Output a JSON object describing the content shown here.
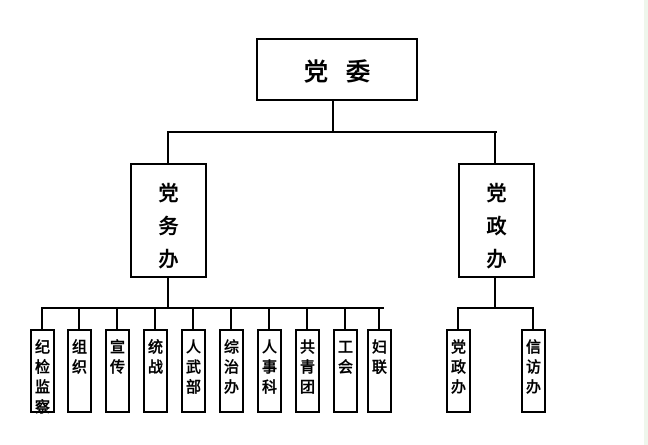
{
  "diagram": {
    "type": "org-chart",
    "root": {
      "label": "党委"
    },
    "branches": [
      {
        "label": "党务办",
        "chars": [
          "党",
          "务",
          "办"
        ],
        "children": [
          {
            "label": "纪检监察",
            "chars": [
              "纪",
              "检",
              "监",
              "察"
            ]
          },
          {
            "label": "组织",
            "chars": [
              "组",
              "织"
            ]
          },
          {
            "label": "宣传",
            "chars": [
              "宣",
              "传"
            ]
          },
          {
            "label": "统战",
            "chars": [
              "统",
              "战"
            ]
          },
          {
            "label": "人武部",
            "chars": [
              "人",
              "武",
              "部"
            ]
          },
          {
            "label": "综治办",
            "chars": [
              "综",
              "治",
              "办"
            ]
          },
          {
            "label": "人事科",
            "chars": [
              "人",
              "事",
              "科"
            ]
          },
          {
            "label": "共青团",
            "chars": [
              "共",
              "青",
              "团"
            ]
          },
          {
            "label": "工会",
            "chars": [
              "工",
              "会"
            ]
          },
          {
            "label": "妇联",
            "chars": [
              "妇",
              "联"
            ]
          }
        ]
      },
      {
        "label": "党政办",
        "chars": [
          "党",
          "政",
          "办"
        ],
        "children": [
          {
            "label": "党政办",
            "chars": [
              "党",
              "政",
              "办"
            ]
          },
          {
            "label": "信访办",
            "chars": [
              "信",
              "访",
              "办"
            ]
          }
        ]
      }
    ]
  }
}
